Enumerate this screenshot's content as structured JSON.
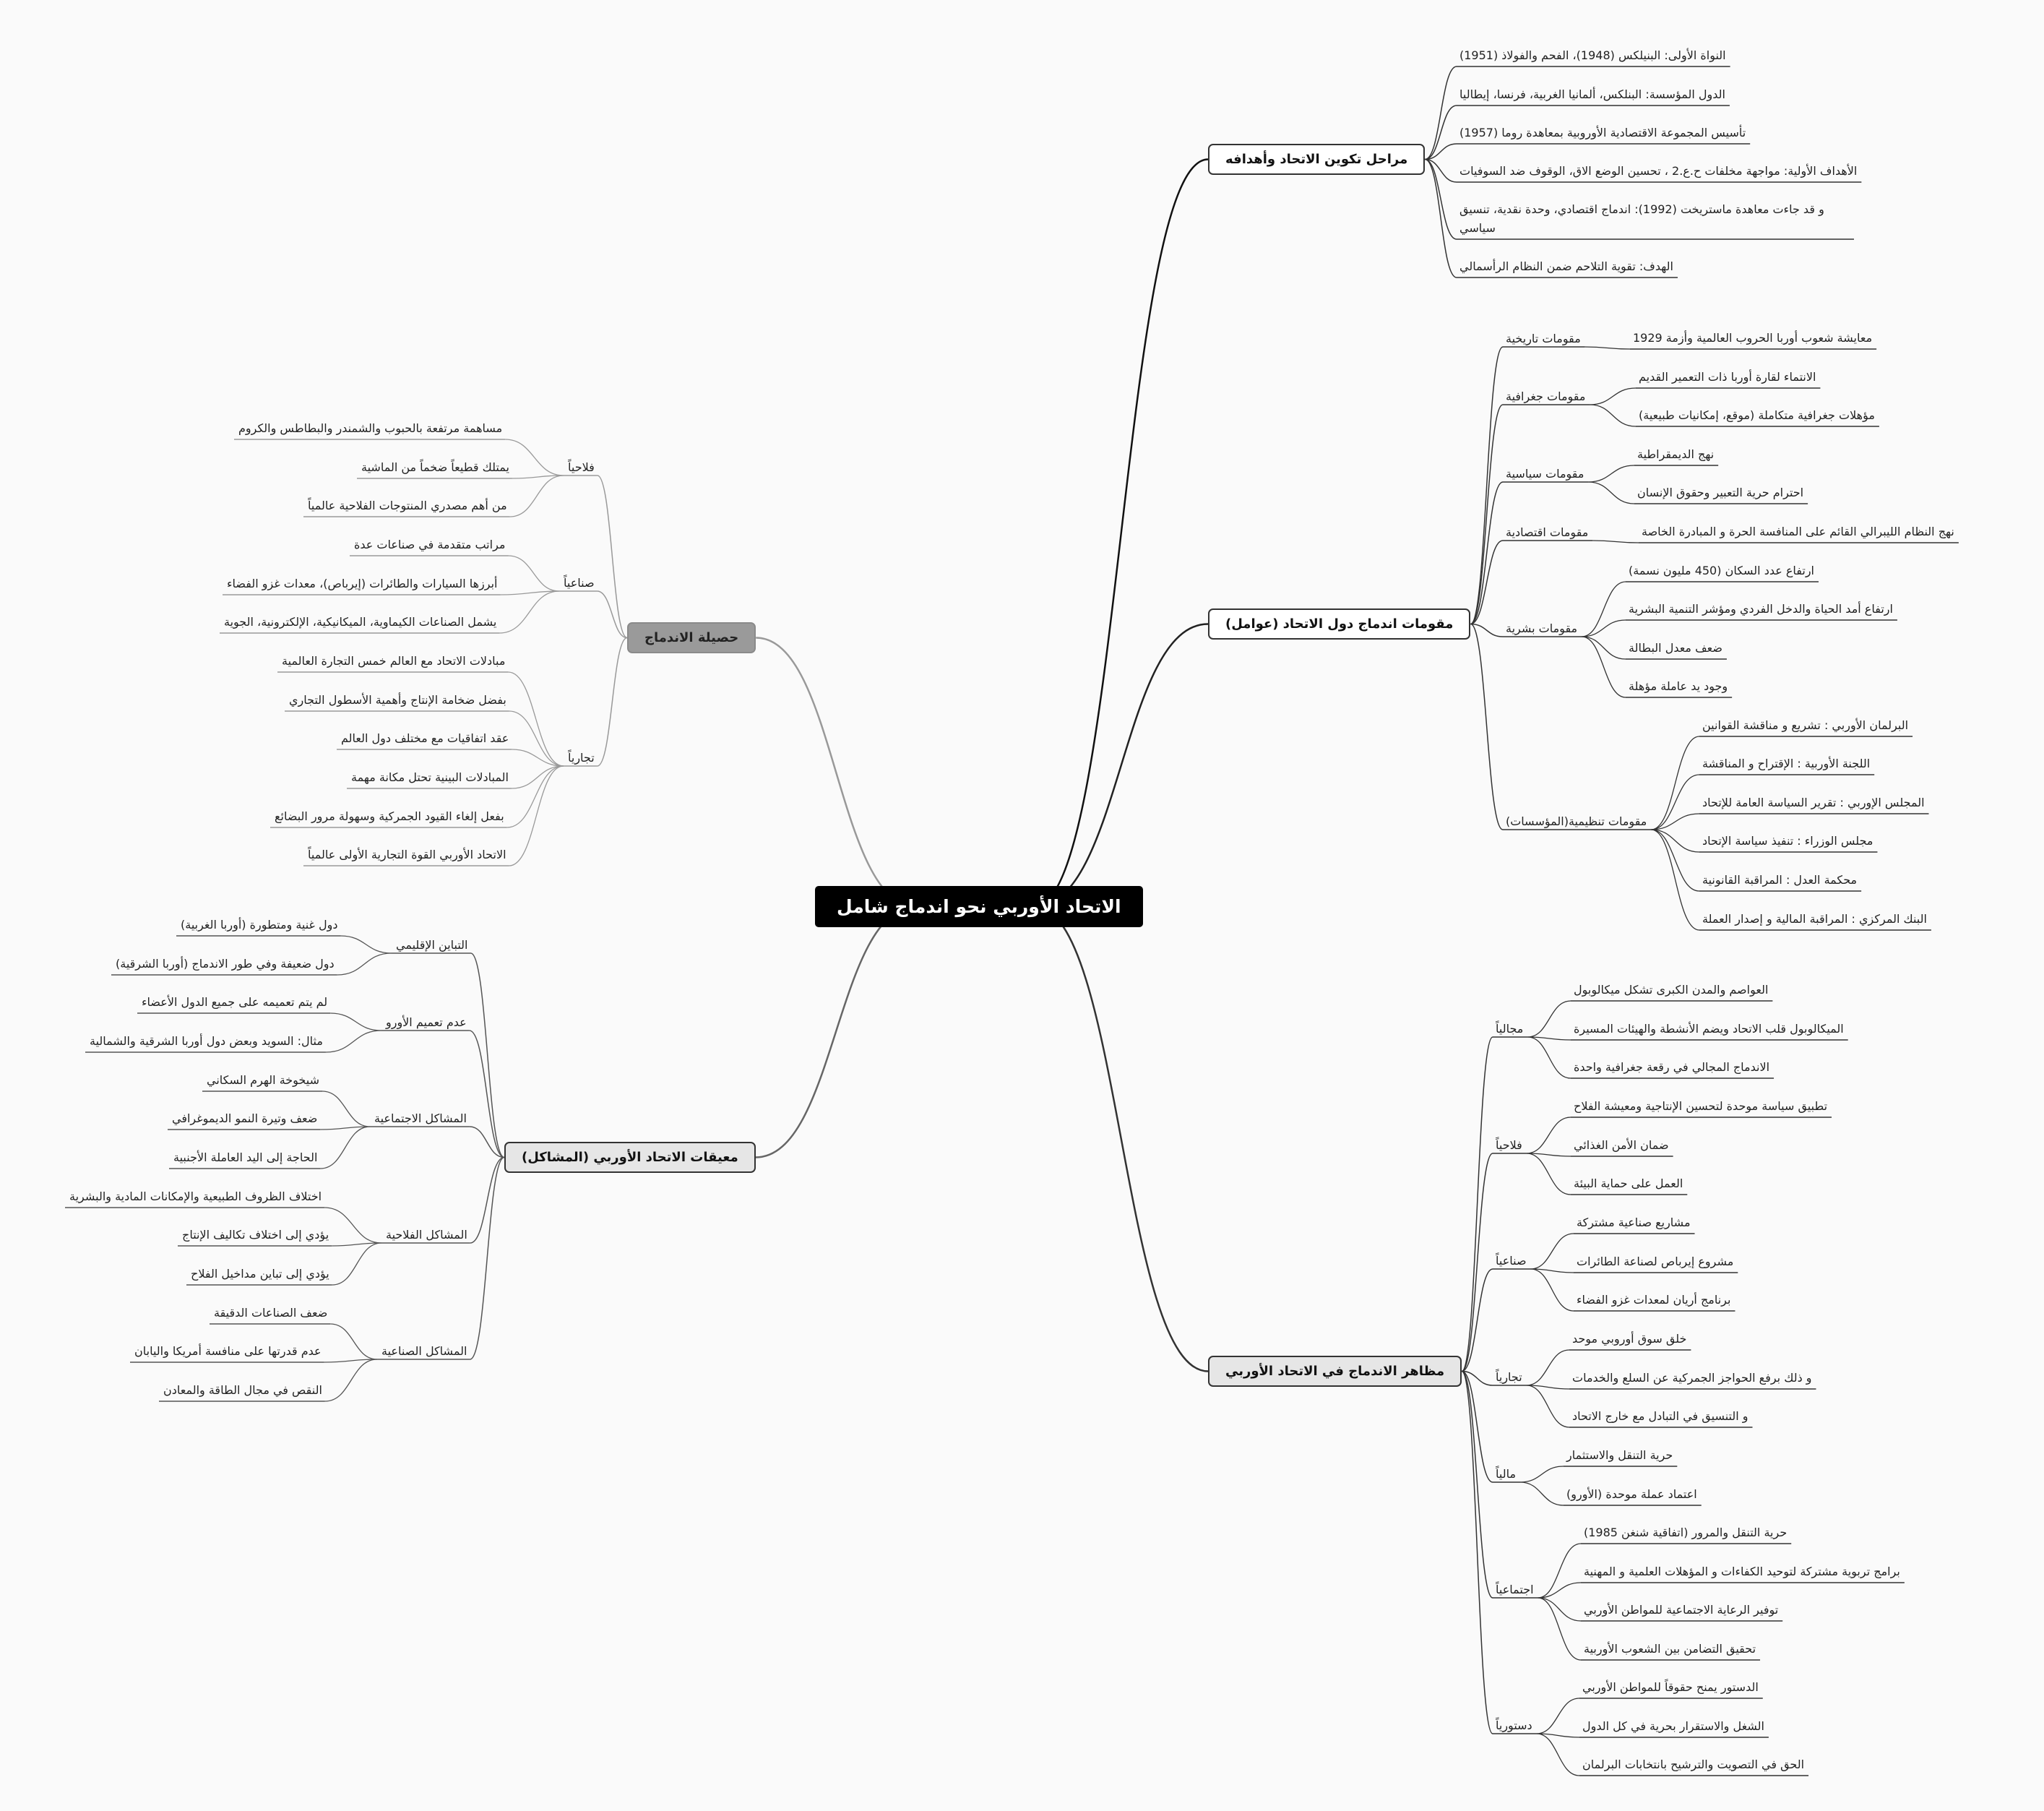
{
  "root": "الاتحاد الأوربي نحو اندماج شامل",
  "branches": {
    "stages": {
      "title": "مراحل تكوين الاتحاد وأهدافه",
      "leaves": [
        "النواة الأولى: البنيلكس (1948)، الفحم والفولاذ (1951)",
        "الدول المؤسسة: البنلكس، ألمانيا الغربية، فرنسا، إيطاليا",
        "تأسيس المجموعة الاقتصادية الأوروبية بمعاهدة روما (1957)",
        "الأهداف الأولية: مواجهة مخلفات ح.ع.2 ، تحسين الوضع الاق، الوقوف ضد السوفيات",
        "و قد جاءت معاهدة ماستريخت (1992): اندماج اقتصادي، وحدة نقدية، تنسيق سياسي",
        "الهدف: تقوية التلاحم ضمن النظام الرأسمالي"
      ]
    },
    "factors": {
      "title": "مقومات اندماج دول الاتحاد (عوامل)",
      "historical": {
        "label": "مقومات تاريخية",
        "items": [
          "معايشة شعوب أوربا الحروب العالمية وأزمة 1929"
        ]
      },
      "geographic": {
        "label": "مقومات جغرافية",
        "items": [
          "الانتماء لقارة أوربا ذات التعمير القديم",
          "مؤهلات جغرافية متكاملة (موقع، إمكانيات طبيعية)"
        ]
      },
      "political": {
        "label": "مقومات سياسية",
        "items": [
          "نهج الديمقراطية",
          "احترام حرية التعبير وحقوق الإنسان"
        ]
      },
      "economic": {
        "label": "مقومات اقتصادية",
        "items": [
          "نهج النظام الليبرالي القائم على المنافسة الحرة و المبادرة الخاصة"
        ]
      },
      "human": {
        "label": "مقومات بشرية",
        "items": [
          "ارتفاع عدد السكان (450 مليون نسمة)",
          "ارتفاع أمد الحياة والدخل الفردي ومؤشر التنمية البشرية",
          "ضعف معدل البطالة",
          "وجود يد عاملة مؤهلة"
        ]
      },
      "institutional": {
        "label": "مقومات تنظيمية(المؤسسات)",
        "items": [
          "البرلمان الأوربي : تشريع و مناقشة القوانين",
          "اللجنة الأوربية : الإقتراح و المناقشة",
          "المجلس الإوربي : تقرير السياسة العامة للإتحاد",
          "مجلس الوزراء : تنفيذ سياسة الإتحاد",
          "محكمة العدل : المراقبة القانونية",
          "البنك المركزي : المراقبة المالية و إصدار العملة"
        ]
      }
    },
    "aspects": {
      "title": "مظاهر الاندماج في الاتحاد الأوربي",
      "spatial": {
        "label": "مجالياً",
        "items": [
          "العواصم والمدن الكبرى تشكل ميكالوبول",
          "الميكالوبول قلب الاتحاد ويضم الأنشطة والهيئات المسيرة",
          "الاندماج المجالي في رقعة جغرافية واحدة"
        ]
      },
      "agri": {
        "label": "فلاحياً",
        "items": [
          "تطبيق سياسة موحدة لتحسين الإنتاجية ومعيشة الفلاح",
          "ضمان الأمن الغذائي",
          "العمل على حماية البيئة"
        ]
      },
      "industrial": {
        "label": "صناعياً",
        "items": [
          "مشاريع صناعية مشتركة",
          "مشروع إيرباص لصناعة الطائرات",
          "برنامج أريان لمعدات غزو الفضاء"
        ]
      },
      "commercial": {
        "label": "تجارياً",
        "items": [
          "خلق سوق أوروبي موحد",
          "و ذلك برفع الحواجز الجمركية عن السلع والخدمات",
          "و التنسيق في التبادل مع خارج الاتحاد"
        ]
      },
      "financial": {
        "label": "مالياً",
        "items": [
          "حرية التنقل والاستثمار",
          "اعتماد عملة موحدة (الأورو)"
        ]
      },
      "social": {
        "label": "اجتماعياً",
        "items": [
          "حرية التنقل والمرور (اتفاقية شنغن 1985)",
          "برامج تربوية مشتركة لتوحيد الكفاءات و المؤهلات العلمية و المهنية",
          "توفير الرعاية الاجتماعية للمواطن الأوربي",
          "تحقيق التضامن بين الشعوب الأوربية"
        ]
      },
      "constitutional": {
        "label": "دستورياً",
        "items": [
          "الدستور يمنح حقوقاً للمواطن الأوربي",
          "الشغل والاستقرار بحرية في كل الدول",
          "الحق في التصويت والترشيح بانتخابات البرلمان"
        ]
      }
    },
    "results": {
      "title": "حصيلة الاندماج",
      "agri": {
        "label": "فلاحياً",
        "items": [
          "مساهمة مرتفعة بالحبوب والشمندر والبطاطس والكروم",
          "يمتلك قطيعاً ضخماً من الماشية",
          "من أهم مصدري المنتوجات الفلاحية عالمياً"
        ]
      },
      "industrial": {
        "label": "صناعياً",
        "items": [
          "مراتب متقدمة في صناعات عدة",
          "أبرزها السيارات والطائرات (إيرباص)، معدات غزو الفضاء",
          "يشمل الصناعات الكيماوية، الميكانيكية، الإلكترونية، الجوية"
        ]
      },
      "commercial": {
        "label": "تجارياً",
        "items": [
          "مبادلات الاتحاد مع العالم خمس التجارة العالمية",
          "بفضل ضخامة الإنتاج وأهمية الأسطول التجاري",
          "عقد اتفاقيات مع مختلف دول العالم",
          "المبادلات البينية تحتل مكانة مهمة",
          "بفعل إلغاء القيود الجمركية وسهولة مرور البضائع",
          "الاتحاد الأوربي القوة التجارية الأولى عالمياً"
        ]
      }
    },
    "obstacles": {
      "title": "معيقات الاتحاد الأوربي (المشاكل)",
      "regional": {
        "label": "التباين الإقليمي",
        "items": [
          "دول غنية ومتطورة (أوربا الغربية)",
          "دول ضعيفة وفي طور الاندماج (أوربا الشرقية)"
        ]
      },
      "euro": {
        "label": "عدم تعميم الأورو",
        "items": [
          "لم يتم تعميمه على جميع الدول الأعضاء",
          "مثال: السويد وبعض دول أوربا الشرقية والشمالية"
        ]
      },
      "social": {
        "label": "المشاكل الاجتماعية",
        "items": [
          "شيخوخة الهرم السكاني",
          "ضعف وتيرة النمو الديموغرافي",
          "الحاجة إلى اليد العاملة الأجنبية"
        ]
      },
      "agri": {
        "label": "المشاكل الفلاحية",
        "items": [
          "اختلاف الظروف الطبيعية والإمكانات المادية والبشرية",
          "يؤدي إلى اختلاف تكاليف الإنتاج",
          "يؤدي إلى تباين مداخيل الفلاح"
        ]
      },
      "industrial": {
        "label": "المشاكل الصناعية",
        "items": [
          "ضعف الصناعات الدقيقة",
          "عدم قدرتها على منافسة أمريكا واليابان",
          "النقص في مجال الطاقة والمعادن"
        ]
      }
    }
  }
}
